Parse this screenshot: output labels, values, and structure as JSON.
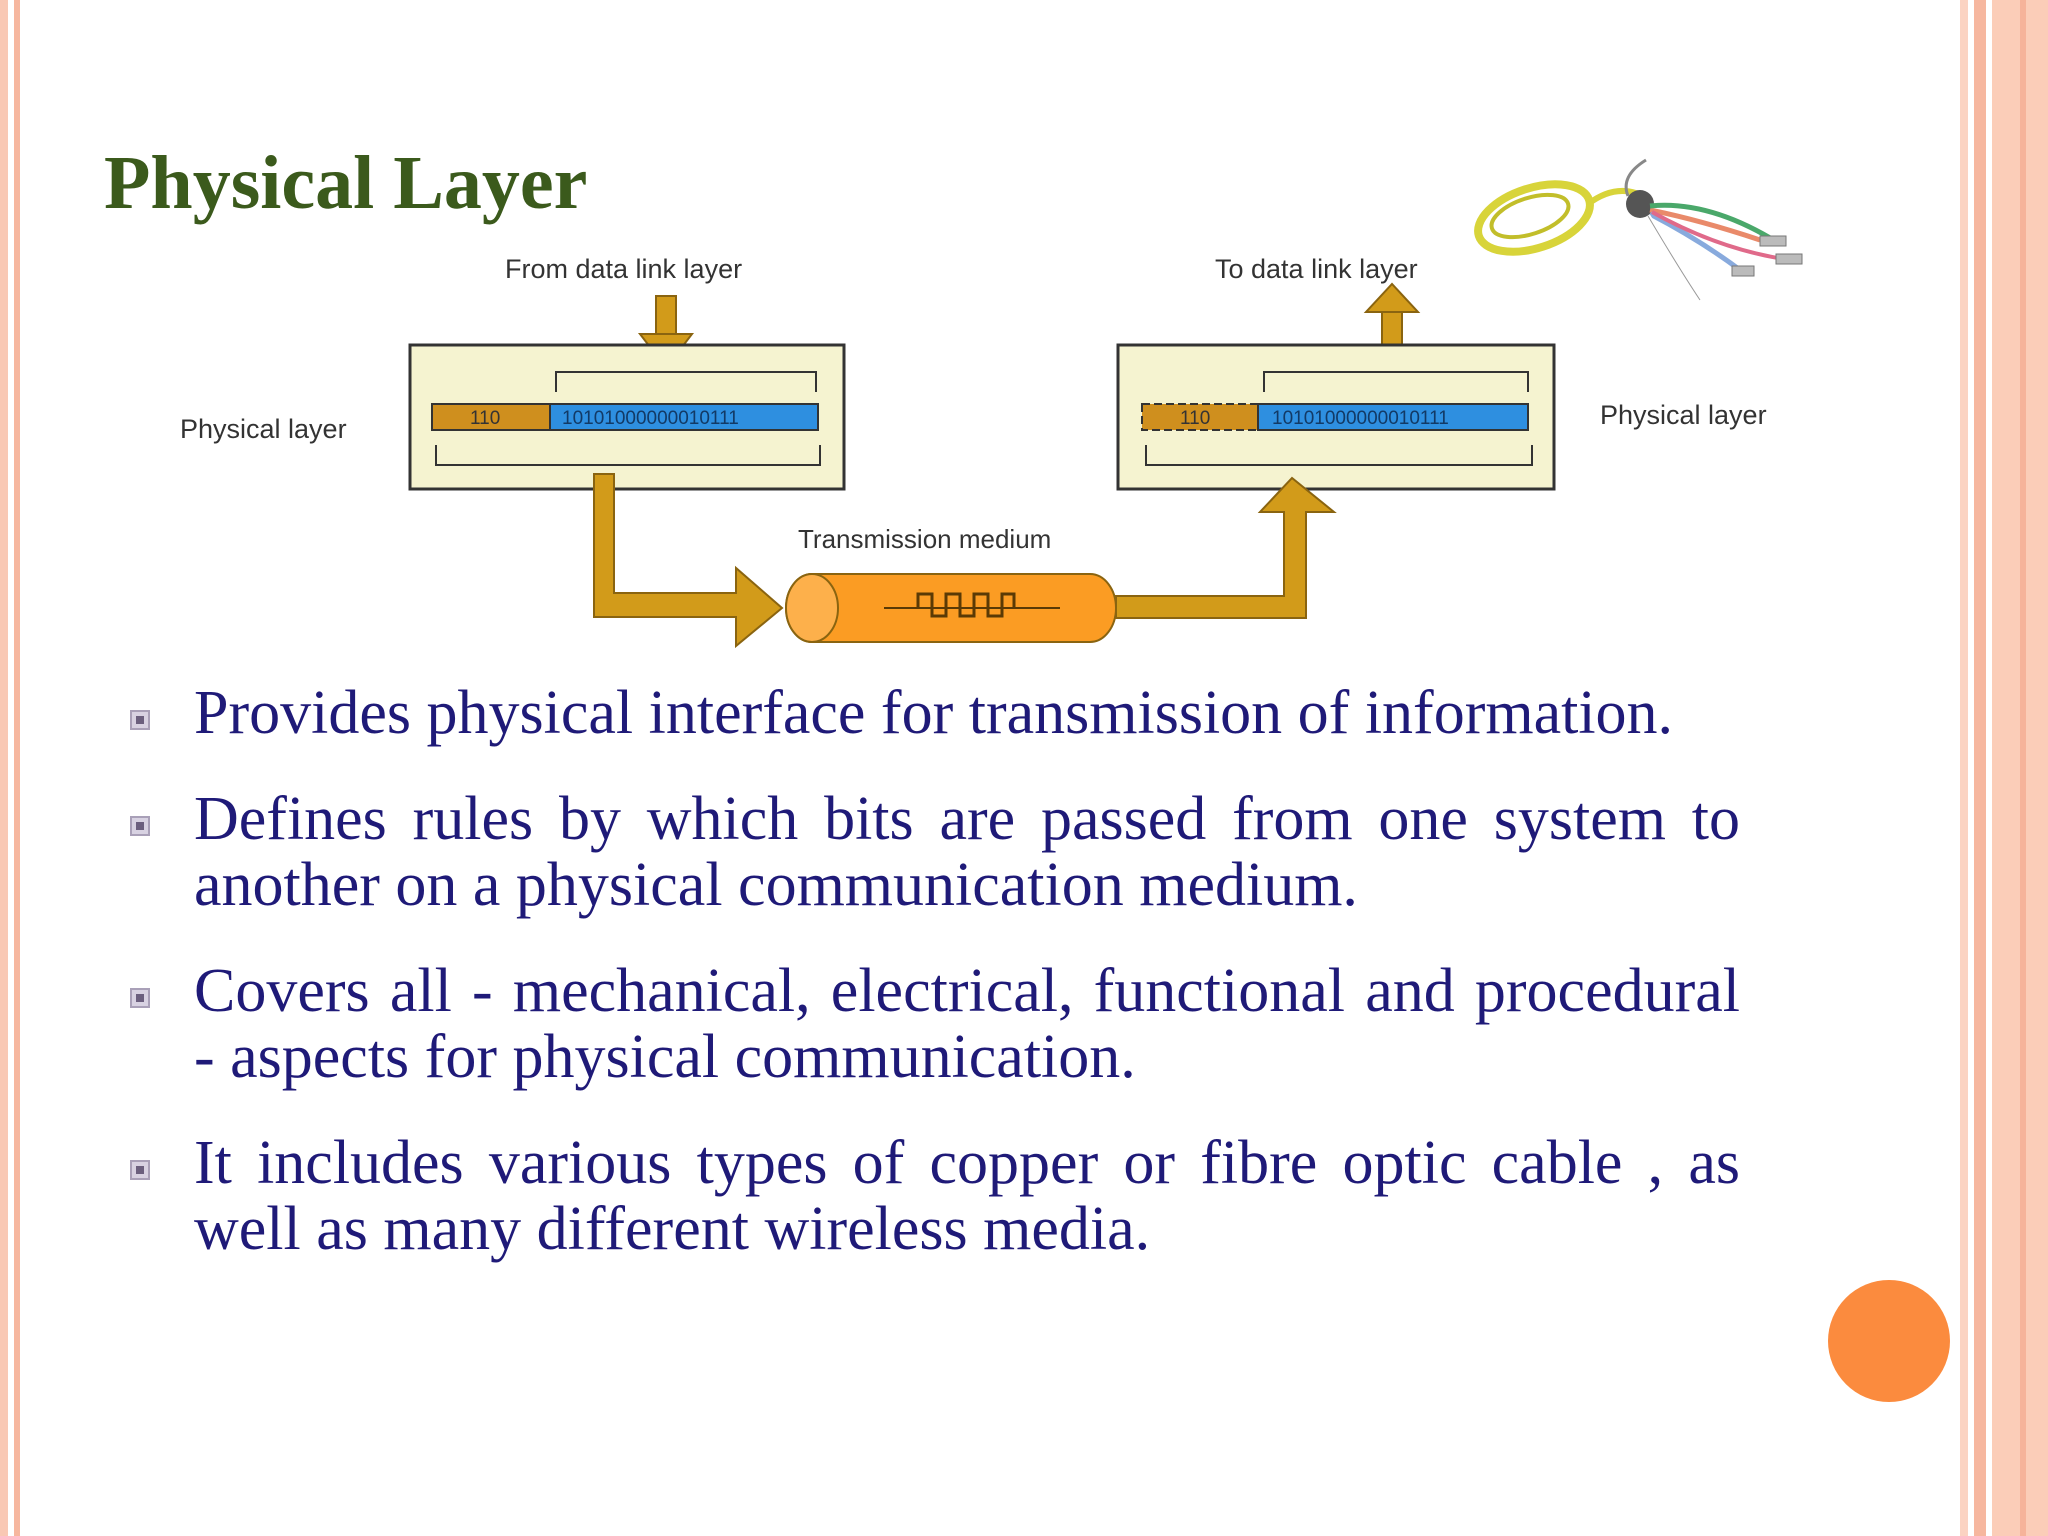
{
  "slide": {
    "title": "Physical Layer",
    "diagram": {
      "from_label": "From data link layer",
      "to_label": "To data link layer",
      "left_layer_label": "Physical layer",
      "right_layer_label": "Physical layer",
      "header_bits": "110",
      "data_bits": "10101000000010111",
      "medium_label": "Transmission medium"
    },
    "bullets": [
      "Provides physical interface for transmission of information.",
      "Defines rules by which bits are passed from one system to another on a physical communication medium.",
      "Covers all - mechanical, electrical, functional and procedural - aspects for physical communication.",
      "It includes various types of copper or fibre optic cable , as well as many different wireless media."
    ]
  },
  "colors": {
    "title": "#3b5a1c",
    "accent_orange": "#fb8b3e",
    "bullet_text": "#1f1a78",
    "box_fill": "#f5f3d0",
    "arrow_gold": "#d29b1a",
    "header_segment": "#cf8f1e",
    "data_segment": "#2e8fe0"
  },
  "icons": [
    "cable-bundle-icon",
    "square-bullet-icon"
  ]
}
